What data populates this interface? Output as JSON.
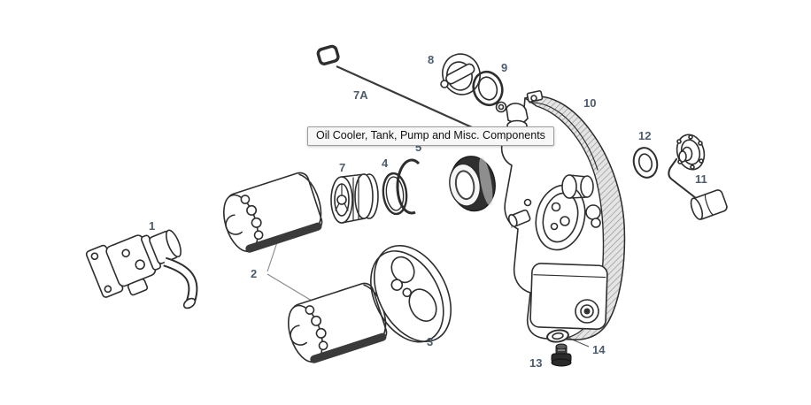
{
  "tooltip": {
    "text": "Oil Cooler, Tank, Pump and Misc. Components"
  },
  "diagram": {
    "labels": [
      "1",
      "2",
      "3",
      "4",
      "5",
      "7",
      "7A",
      "8",
      "9",
      "10",
      "11",
      "12",
      "13",
      "14"
    ]
  },
  "colors": {
    "label": "#4c5b6e",
    "tooltip_bg": "#f7f7f7",
    "tooltip_border": "#9d9d9d",
    "tooltip_text": "#111111",
    "line_art": "#2e2e2e",
    "background": "#ffffff"
  }
}
